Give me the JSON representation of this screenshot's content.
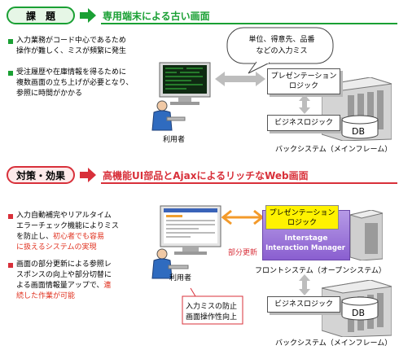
{
  "colors": {
    "green": "#1aa034",
    "red": "#d8303a",
    "arrow_gray": "#bdbdbd",
    "interstage_purple": "#8a5fd0",
    "presentation_yellow": "#fff200"
  },
  "top": {
    "pill_label": "課　題",
    "header_title": "専用端末による古い画面",
    "bullets": [
      {
        "lines": [
          "入力業務がコード中心であるため",
          "操作が難しく、ミスが頻繁に発生"
        ]
      },
      {
        "lines": [
          "受注履歴や在庫情報を得るために",
          "複数画面の立ち上げが必要となり、",
          "参照に時間がかかる"
        ]
      }
    ],
    "callout": [
      "単位、得意先、品番",
      "などの入力ミス"
    ],
    "user_label": "利用者",
    "presentation_logic": [
      "プレゼンテーション",
      "ロジック"
    ],
    "business_logic": "ビジネスロジック",
    "db_label": "DB",
    "system_caption": "バックシステム（メインフレーム）"
  },
  "bottom": {
    "pill_label": "対策・効果",
    "header_title": "高機能UI部品とAjaxによるリッチなWeb画面",
    "bullets": [
      {
        "lines": [
          "入力自動補完やリアルタイム",
          "エラーチェック機能によりミス",
          "を防止し、",
          "初心者でも容易",
          "に扱えるシステムの実現"
        ]
      },
      {
        "lines": [
          "画面の部分更新による参照レ",
          "スポンスの向上や部分切替に",
          "よる画面情報量アップで、",
          "連",
          "続した作業が可能"
        ]
      }
    ],
    "partial_update": "部分更新",
    "user_label": "利用者",
    "callout": [
      "入力ミスの防止",
      "画面操作性向上"
    ],
    "presentation_logic": [
      "プレゼンテーション",
      "ロジック"
    ],
    "interstage": [
      "Interstage",
      "Interaction Manager"
    ],
    "front_caption": "フロントシステム（オープンシステム）",
    "business_logic": "ビジネスロジック",
    "db_label": "DB",
    "back_caption": "バックシステム（メインフレーム）"
  }
}
